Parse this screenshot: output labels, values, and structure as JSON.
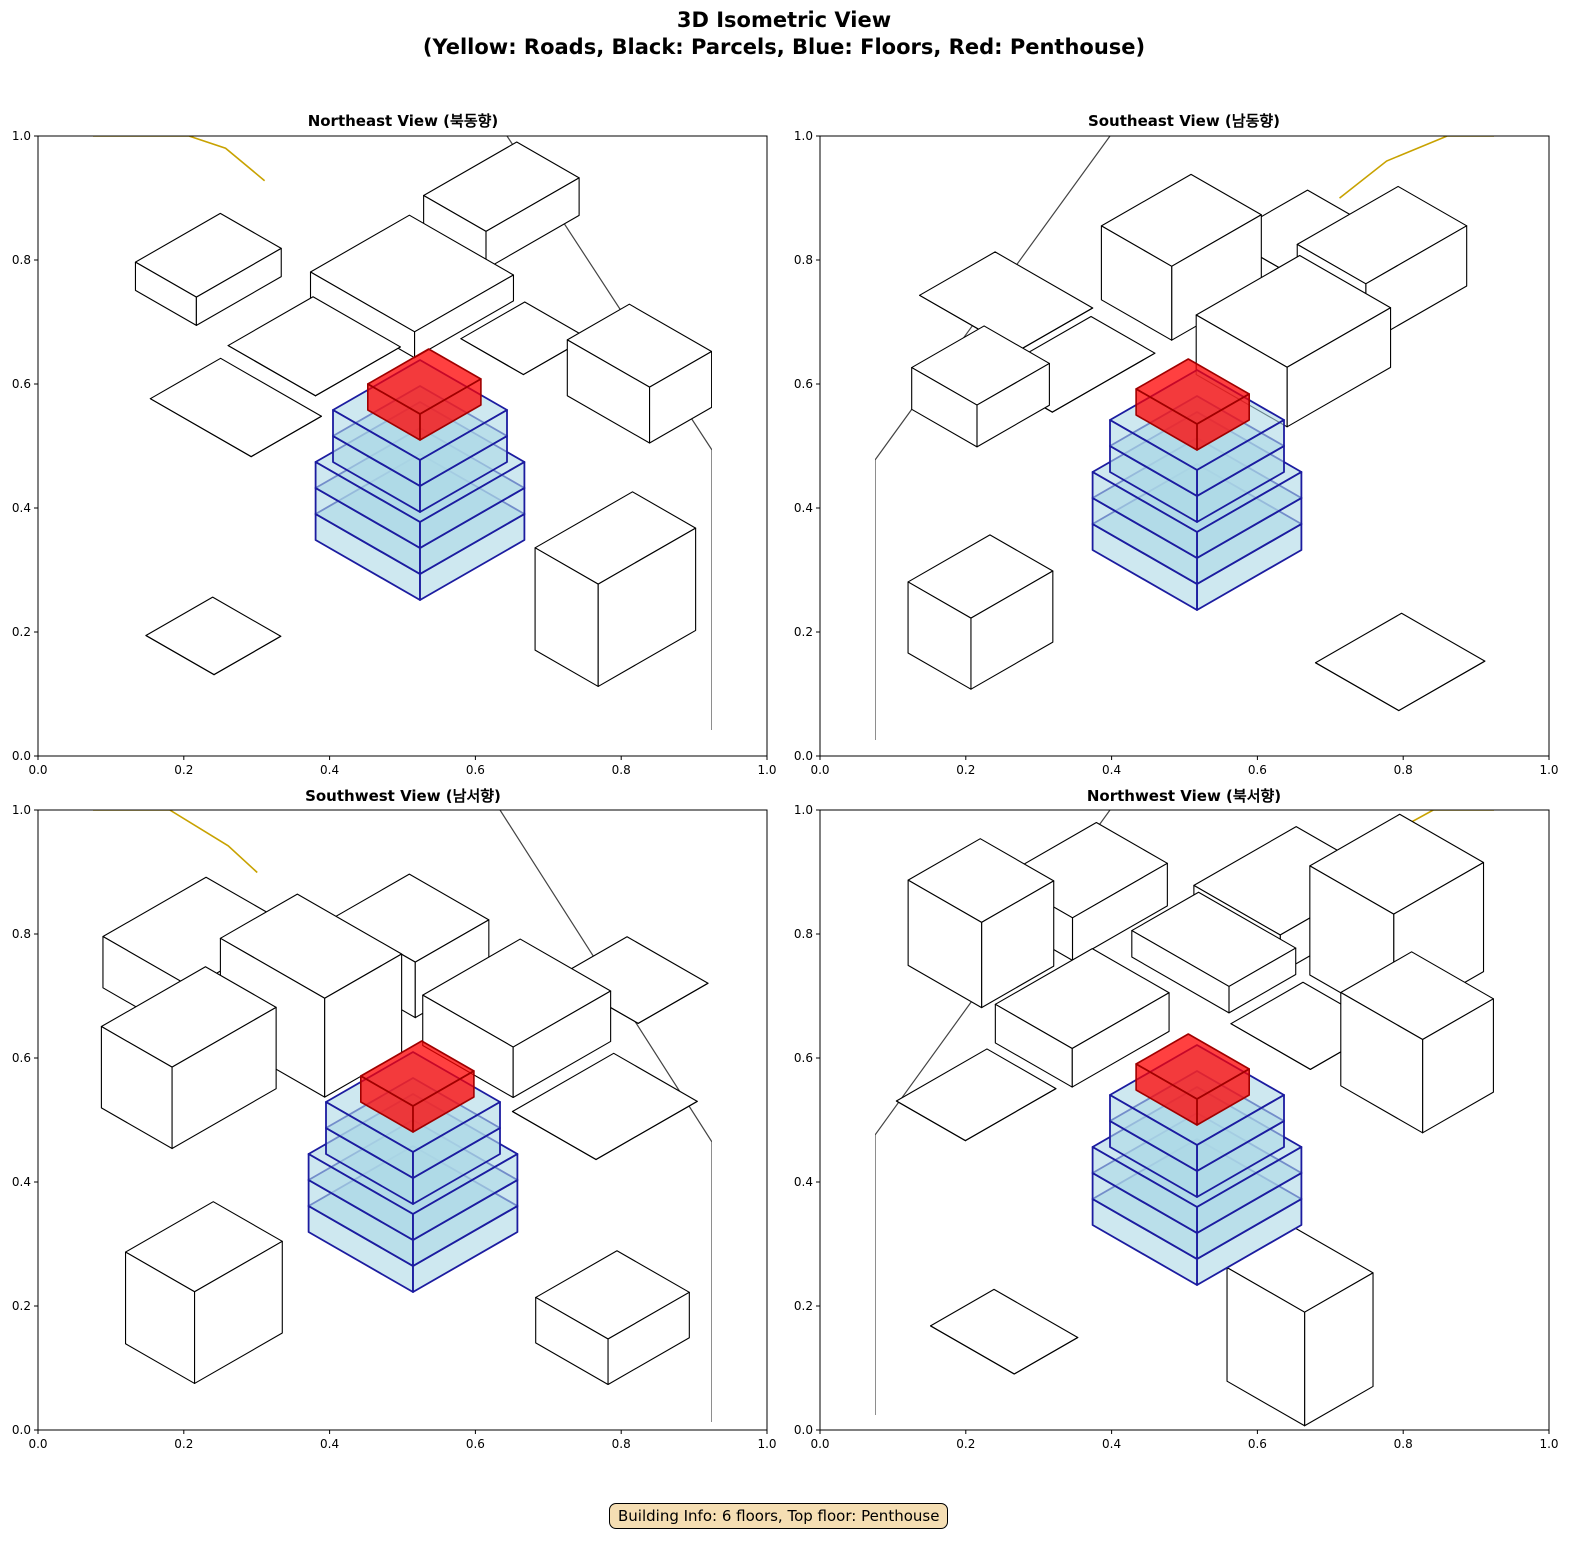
{
  "figure": {
    "title_line1": "3D Isometric View",
    "title_line2": "(Yellow: Roads, Black: Parcels, Blue: Floors, Red: Penthouse)"
  },
  "panels": [
    {
      "title": "Northeast View (북동향)"
    },
    {
      "title": "Southeast View (남동향)"
    },
    {
      "title": "Southwest View (남서향)"
    },
    {
      "title": "Northwest View (북서향)"
    }
  ],
  "axes": {
    "x_ticks": [
      "0.0",
      "0.2",
      "0.4",
      "0.6",
      "0.8",
      "1.0"
    ],
    "y_ticks": [
      "0.0",
      "0.2",
      "0.4",
      "0.6",
      "0.8",
      "1.0"
    ],
    "xlim": [
      0,
      1
    ],
    "ylim": [
      0,
      1
    ]
  },
  "building": {
    "floors": 6,
    "top_floor": "Penthouse"
  },
  "info_box": "Building Info: 6 floors, Top floor: Penthouse",
  "colors": {
    "roads": "#c8a200",
    "parcels": "#000000",
    "floors_fill": "#add8e6",
    "floors_edge": "#1c1ca0",
    "penthouse": "#ff0000",
    "info_bg": "#f5deb3"
  }
}
